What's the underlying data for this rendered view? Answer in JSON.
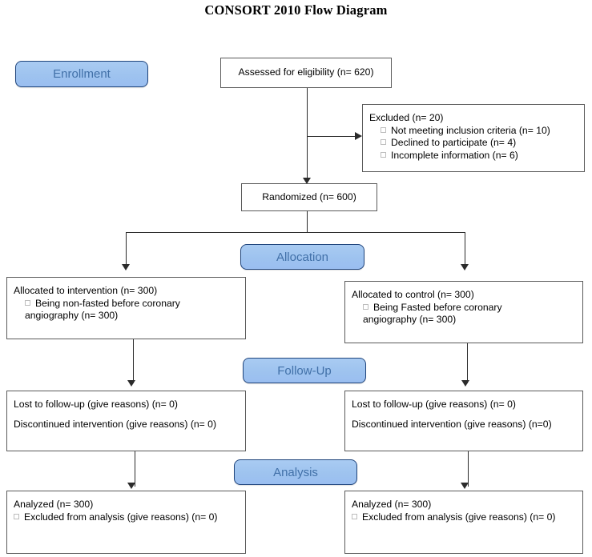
{
  "title": "CONSORT 2010 Flow Diagram",
  "stages": {
    "enrollment": "Enrollment",
    "allocation": "Allocation",
    "followup": "Follow-Up",
    "analysis": "Analysis"
  },
  "boxes": {
    "assessed": {
      "text": "Assessed for eligibility (n= 620)"
    },
    "excluded": {
      "heading": "Excluded (n= 20)",
      "items": [
        "Not meeting inclusion criteria (n= 10)",
        "Declined to participate (n= 4)",
        "Incomplete information (n= 6)"
      ]
    },
    "randomized": {
      "text": "Randomized (n= 600)"
    },
    "allocated_intervention": {
      "heading": "Allocated to intervention (n= 300)",
      "bullet": "Being non-fasted before coronary",
      "bullet_continued": "angiography (n= 300)"
    },
    "allocated_control": {
      "heading": "Allocated to control (n= 300)",
      "bullet": "Being Fasted before coronary",
      "bullet_continued": "angiography (n= 300)"
    },
    "followup_left": {
      "line1": "Lost to follow-up (give reasons) (n= 0)",
      "line2": "Discontinued intervention (give reasons) (n= 0)"
    },
    "followup_right": {
      "line1": "Lost to follow-up (give reasons) (n= 0)",
      "line2": "Discontinued intervention (give reasons) (n=0)"
    },
    "analysis_left": {
      "heading": "Analyzed (n= 300)",
      "bullet": "Excluded from analysis (give reasons) (n= 0)"
    },
    "analysis_right": {
      "heading": "Analyzed (n= 300)",
      "bullet": "Excluded from analysis (give reasons) (n= 0)"
    }
  },
  "colors": {
    "badge_fill": "#9ec3ef",
    "badge_border": "#20457c",
    "badge_text": "#4170a8",
    "box_border": "#5a5a5a",
    "connector": "#2b2b2b",
    "bullet": "#bdbdbd"
  }
}
